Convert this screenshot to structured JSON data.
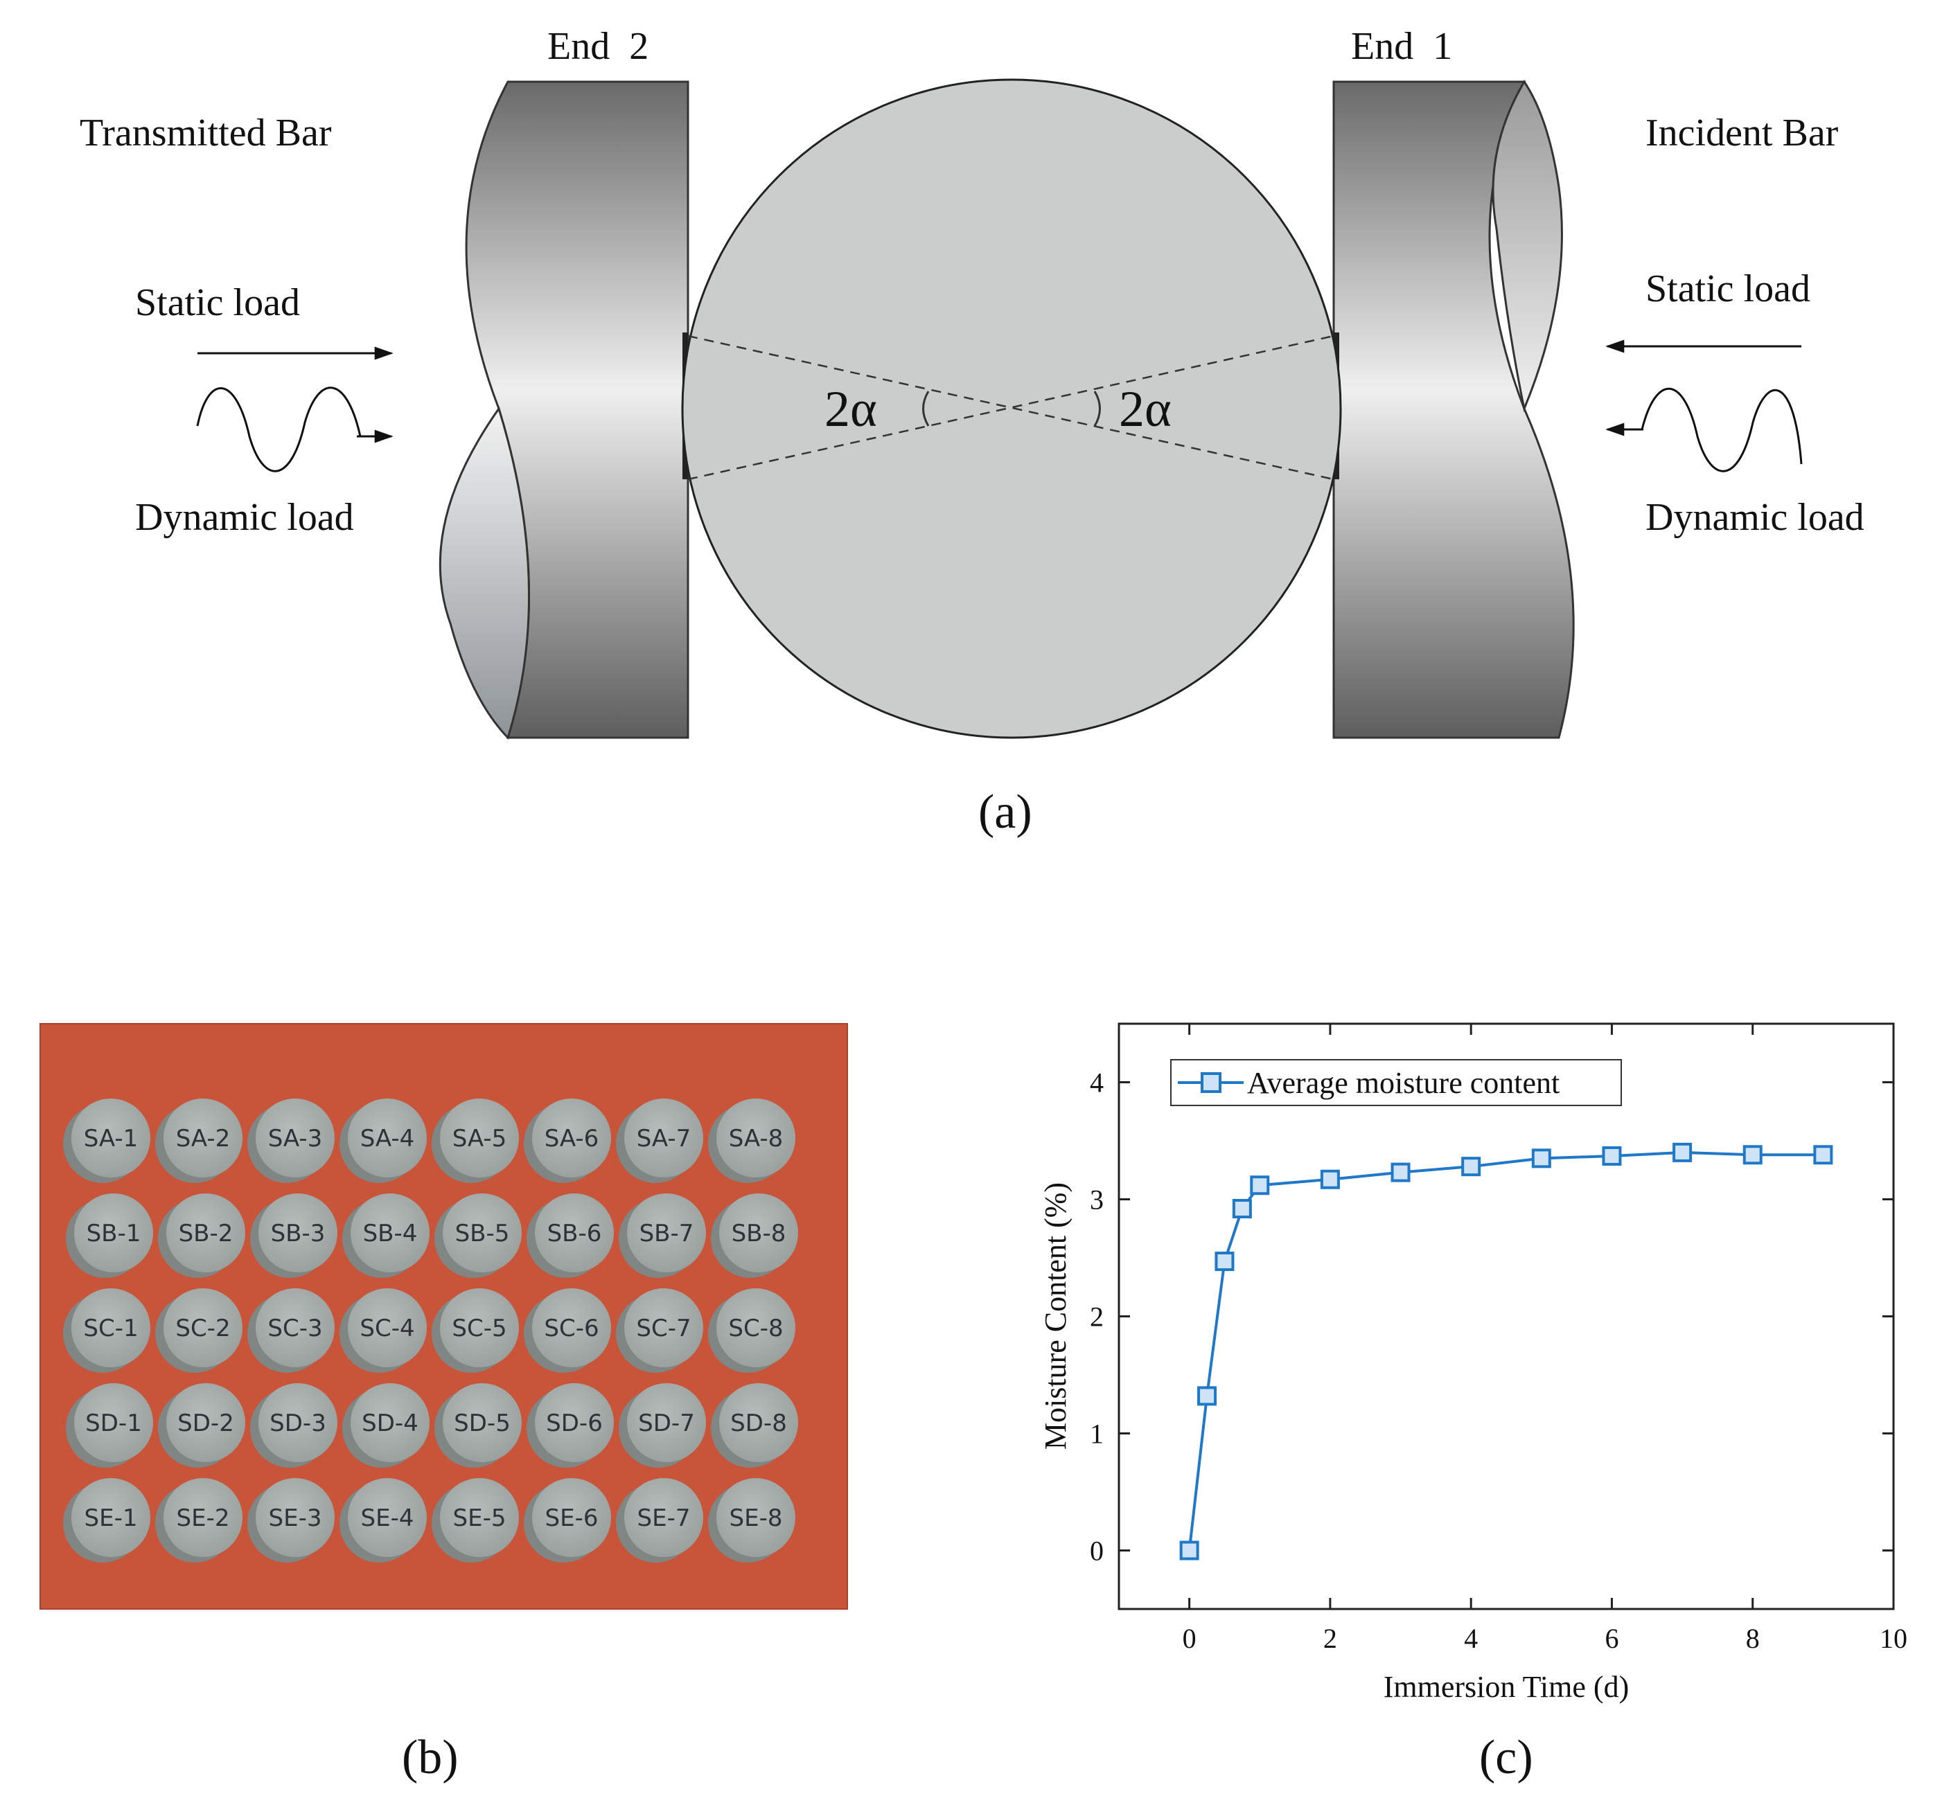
{
  "panel_a": {
    "caption": "(a)",
    "end2_label": "End  2",
    "end1_label": "End  1",
    "left_bar_label": "Transmitted Bar",
    "right_bar_label": "Incident Bar",
    "left_static_label": "Static load",
    "right_static_label": "Static load",
    "left_dynamic_label": "Dynamic load",
    "right_dynamic_label": "Dynamic load",
    "left_angle_label": "2α",
    "right_angle_label": "2α",
    "colors": {
      "disc": "#c9cdcc",
      "bar_dark": "#6a6a6a",
      "bar_light": "#ececec"
    }
  },
  "panel_b": {
    "caption": "(b)",
    "specimen_rows": [
      [
        "SA-1",
        "SA-2",
        "SA-3",
        "SA-4",
        "SA-5",
        "SA-6",
        "SA-7",
        "SA-8"
      ],
      [
        "SB-1",
        "SB-2",
        "SB-3",
        "SB-4",
        "SB-5",
        "SB-6",
        "SB-7",
        "SB-8"
      ],
      [
        "SC-1",
        "SC-2",
        "SC-3",
        "SC-4",
        "SC-5",
        "SC-6",
        "SC-7",
        "SC-8"
      ],
      [
        "SD-1",
        "SD-2",
        "SD-3",
        "SD-4",
        "SD-5",
        "SD-6",
        "SD-7",
        "SD-8"
      ],
      [
        "SE-1",
        "SE-2",
        "SE-3",
        "SE-4",
        "SE-5",
        "SE-6",
        "SE-7",
        "SE-8"
      ]
    ],
    "colors": {
      "background": "#c8553a",
      "specimen": "#a9afad"
    }
  },
  "panel_c": {
    "caption": "(c)",
    "chart_data": {
      "type": "line",
      "xlabel": "Immersion Time (d)",
      "ylabel": "Moisture Content (%)",
      "xlim": [
        -1,
        10
      ],
      "ylim": [
        -0.5,
        4.5
      ],
      "xticks": [
        0,
        2,
        4,
        6,
        8,
        10
      ],
      "yticks": [
        0,
        1,
        2,
        3,
        4
      ],
      "legend_placement": "top-left",
      "grid": false,
      "series": [
        {
          "name": "Average moisture content",
          "color": "#1f78c8",
          "marker": "square",
          "x": [
            0,
            0.25,
            0.5,
            0.75,
            1,
            2,
            3,
            4,
            5,
            6,
            7,
            8,
            9
          ],
          "y": [
            0,
            1.32,
            2.47,
            2.92,
            3.12,
            3.17,
            3.23,
            3.28,
            3.35,
            3.37,
            3.4,
            3.38,
            3.38
          ]
        }
      ]
    }
  }
}
